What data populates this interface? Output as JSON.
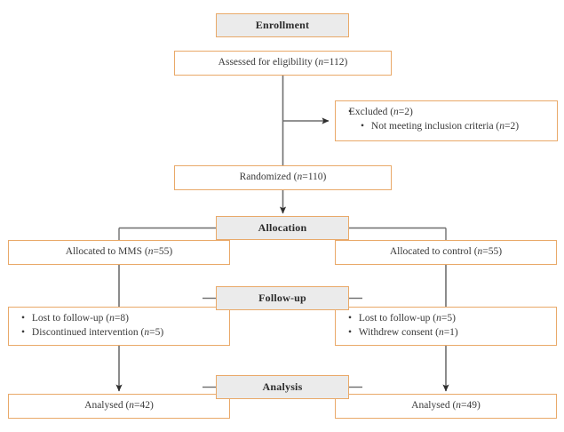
{
  "diagram": {
    "type": "consort-flow-diagram",
    "title": "CONSORT participant flow",
    "colors": {
      "box_border": "#e9a969",
      "stage_fill": "#ebebeb",
      "connector": "#6e6e6e",
      "text": "#3a3a3a",
      "background": "#ffffff"
    },
    "stages": {
      "enrollment": "Enrollment",
      "allocation": "Allocation",
      "followup": "Follow-up",
      "analysis": "Analysis"
    },
    "nodes": {
      "assessed": {
        "text": "Assessed for eligibility (n=112)",
        "pre": "Assessed for eligibility (",
        "var": "n",
        "post": "=112)",
        "count": 112
      },
      "excluded": {
        "pre": "Excluded (",
        "var": "n",
        "post": "=2)",
        "count": 2,
        "reasons": [
          {
            "pre": "Not meeting inclusion criteria (",
            "var": "n",
            "post": "=2)",
            "count": 2
          }
        ]
      },
      "randomized": {
        "pre": "Randomized (",
        "var": "n",
        "post": "=110)",
        "count": 110
      },
      "allocated_left": {
        "pre": "Allocated to MMS (",
        "var": "n",
        "post": "=55)",
        "count": 55
      },
      "allocated_right": {
        "pre": "Allocated to control (",
        "var": "n",
        "post": "=55)",
        "count": 55
      },
      "followup_left": {
        "items": [
          {
            "pre": "Lost to follow-up (",
            "var": "n",
            "post": "=8)",
            "count": 8
          },
          {
            "pre": "Discontinued intervention (",
            "var": "n",
            "post": "=5)",
            "count": 5
          }
        ]
      },
      "followup_right": {
        "items": [
          {
            "pre": "Lost to follow-up (",
            "var": "n",
            "post": "=5)",
            "count": 5
          },
          {
            "pre": "Withdrew consent (",
            "var": "n",
            "post": "=1)",
            "count": 1
          }
        ]
      },
      "analysed_left": {
        "pre": "Analysed (",
        "var": "n",
        "post": "=42)",
        "count": 42
      },
      "analysed_right": {
        "pre": "Analysed (",
        "var": "n",
        "post": "=49)",
        "count": 49
      }
    }
  }
}
